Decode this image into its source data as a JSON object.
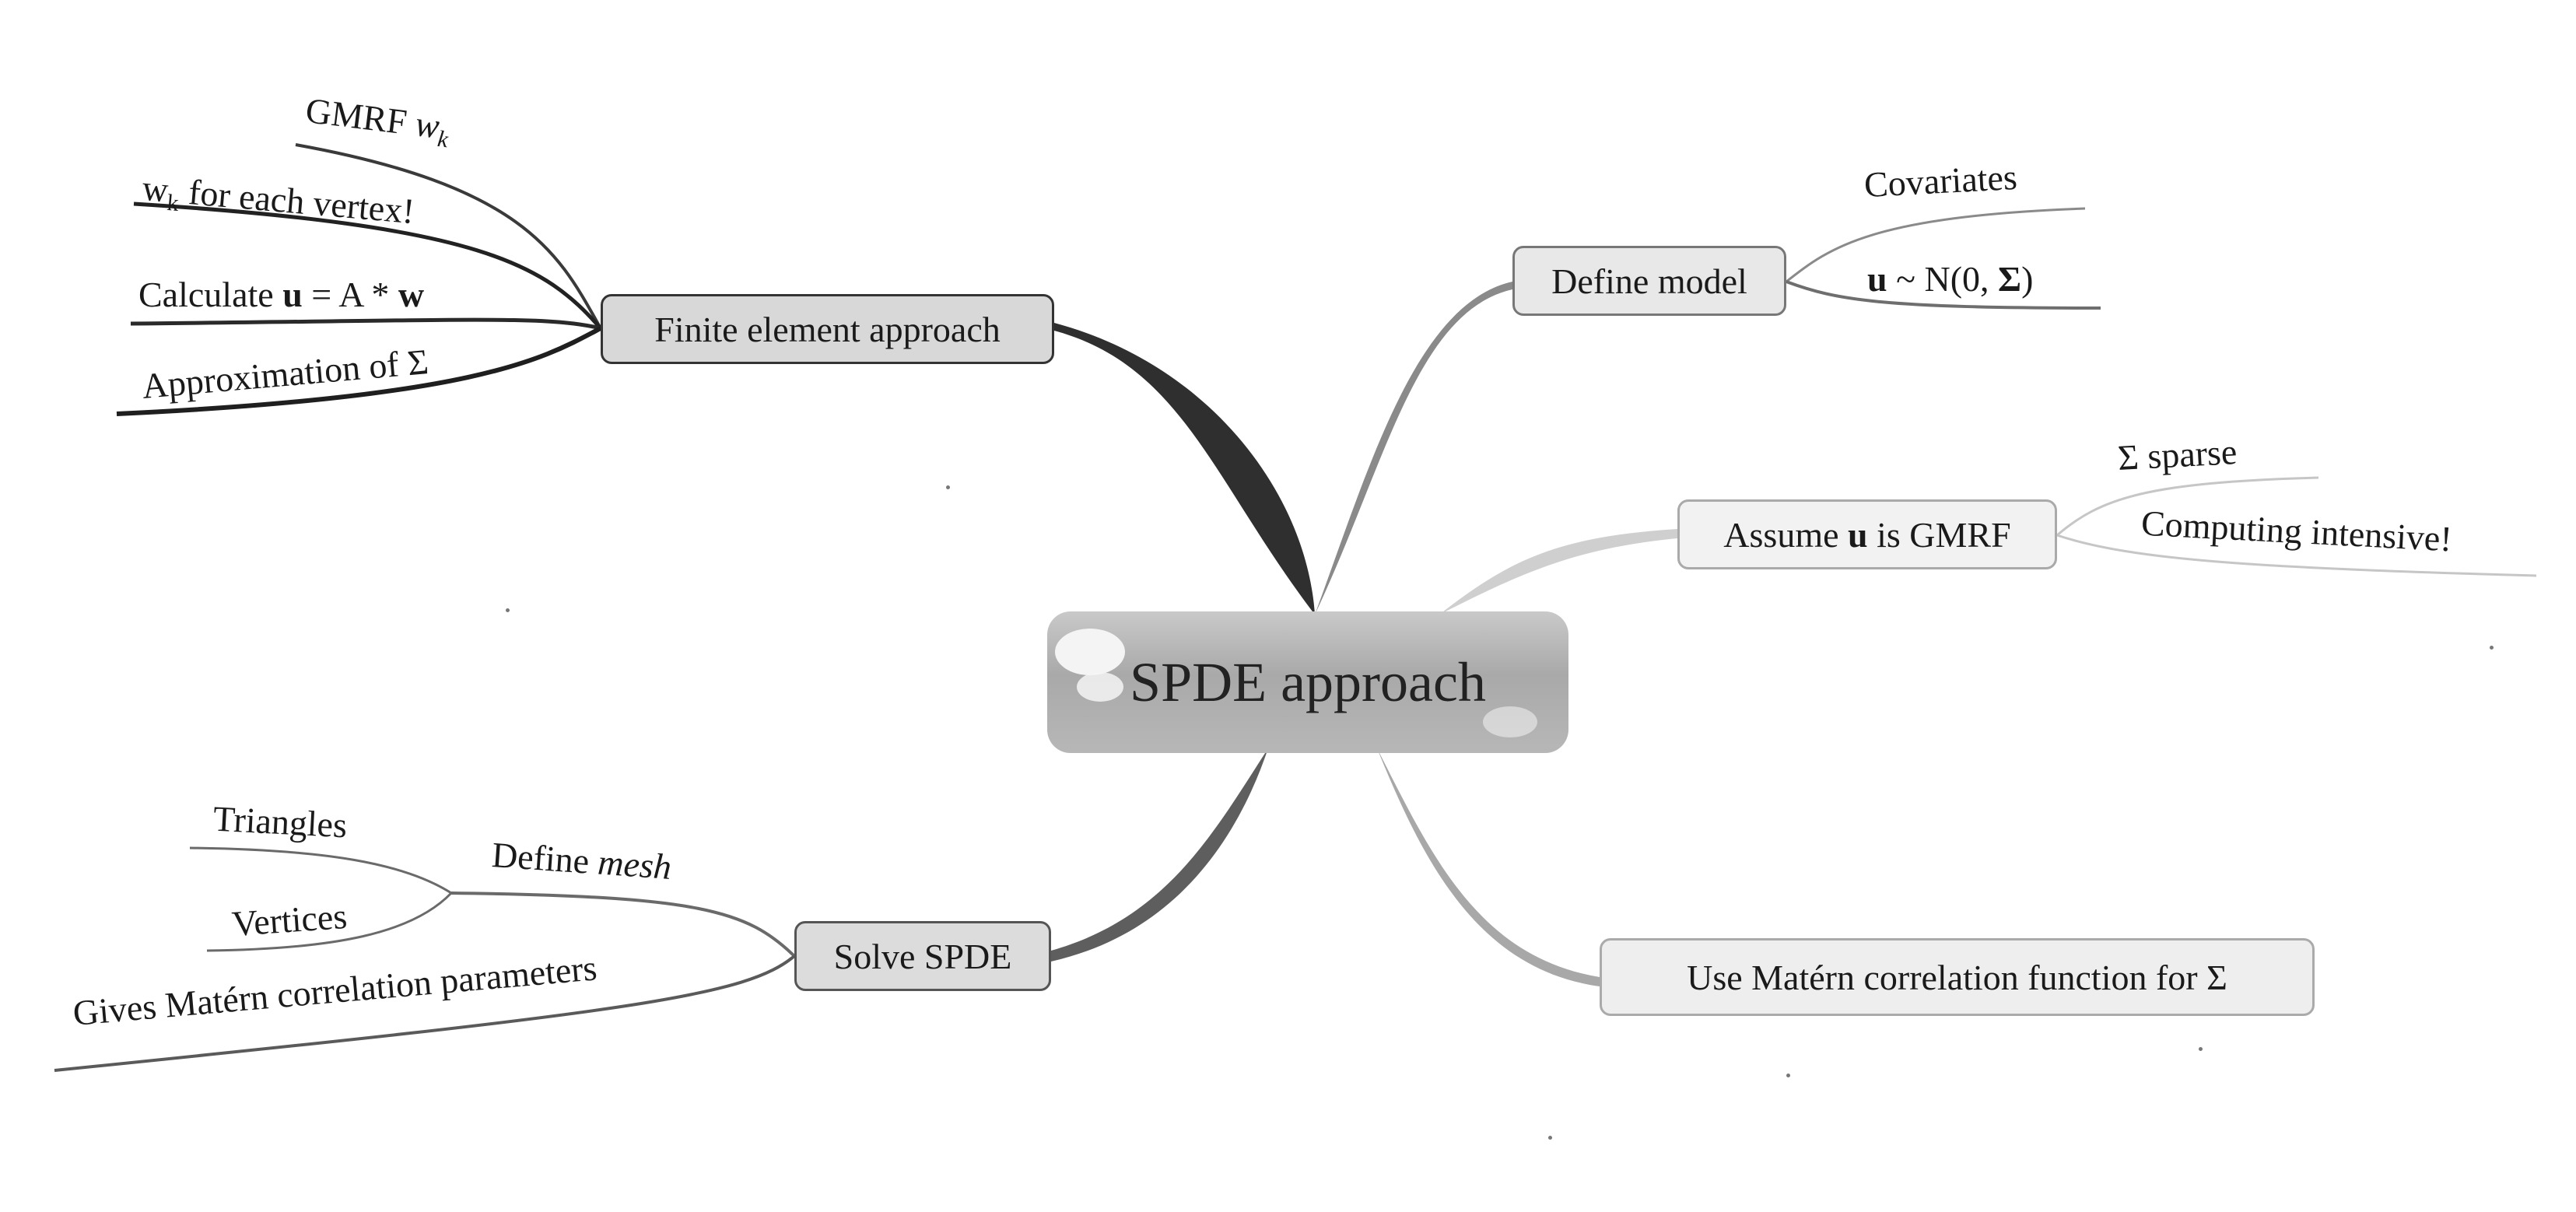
{
  "center": {
    "label": "SPDE approach"
  },
  "branches": {
    "finite_element": {
      "label": "Finite element approach",
      "children": {
        "gmrf_prefix": "GMRF ",
        "gmrf_var": "w",
        "gmrf_sub": "k",
        "vertex_var": "w",
        "vertex_sub": "k",
        "vertex_text": " for each vertex!",
        "calc_prefix": "Calculate ",
        "calc_u": "u",
        "calc_mid": " = A * ",
        "calc_w": "w",
        "approx_text": "Approximation of ",
        "approx_sym": "Σ"
      }
    },
    "define_model": {
      "label": "Define model",
      "children": {
        "covariates": "Covariates",
        "u": "u",
        "dist_mid": " ~ N(0, ",
        "sigma": "Σ",
        "dist_end": ")"
      }
    },
    "assume_gmrf": {
      "label_prefix": "Assume ",
      "label_u": "u",
      "label_suffix": " is GMRF",
      "children": {
        "sparse": "Σ sparse",
        "intensive": "Computing intensive!"
      }
    },
    "solve_spde": {
      "label": "Solve SPDE",
      "children": {
        "define_mesh_prefix": "Define ",
        "define_mesh_word": "mesh",
        "triangles": "Triangles",
        "vertices": "Vertices",
        "params": "Gives Matérn correlation parameters"
      }
    },
    "matern": {
      "label": "Use Matérn correlation function for Σ"
    }
  },
  "colors": {
    "branch_dark": "#2f2f2f",
    "branch_mid": "#6e6e6e",
    "branch_light": "#bdbdbd",
    "node_border": "#555555"
  }
}
